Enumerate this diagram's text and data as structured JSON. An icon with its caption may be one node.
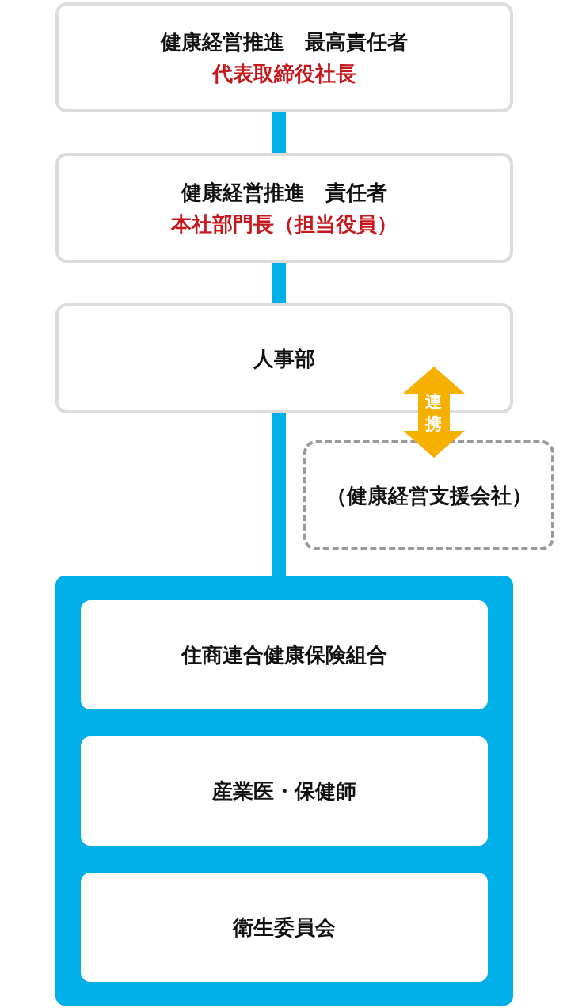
{
  "diagram": {
    "nodes": [
      {
        "text": [
          "健康経営推進　最高責任者",
          "代表取締役社長"
        ]
      },
      {
        "text": [
          "健康経営推進　責任者",
          "本社部門長（担当役員）"
        ]
      },
      {
        "text": [
          "人事部"
        ]
      },
      {
        "text": [
          "（健康経営支援会社）"
        ]
      },
      {
        "text": [],
        "shape": "box"
      },
      {
        "text": [
          "住商連合健康保険組合"
        ],
        "in": 4
      },
      {
        "text": [
          "産業医・保健師"
        ],
        "in": 4
      },
      {
        "text": [
          "衛生委員会"
        ],
        "in": 4
      }
    ],
    "edges": [
      {
        "from": 0,
        "to": 1,
        "arrow": "none"
      },
      {
        "from": 1,
        "to": 2,
        "arrow": "none"
      },
      {
        "from": 2,
        "to": 4,
        "arrow": "none"
      },
      {
        "from": 2,
        "to": 3,
        "arrow": "both",
        "label": "連携",
        "color": "#f5b000"
      }
    ]
  }
}
